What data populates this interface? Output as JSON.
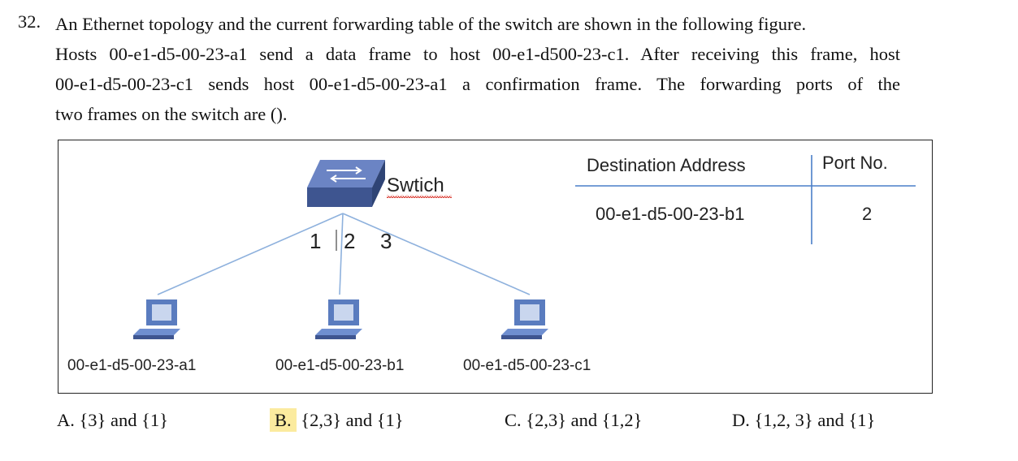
{
  "question": {
    "number": "32.",
    "lines": [
      "An Ethernet topology and the current forwarding table of the switch are shown in the following figure.",
      "Hosts 00-e1-d5-00-23-a1 send a data frame to host 00-e1-d500-23-c1. After receiving this frame, host",
      "00-e1-d5-00-23-c1 sends host 00-e1-d5-00-23-a1 a confirmation frame. The forwarding ports of the",
      "two frames on the switch are ()."
    ]
  },
  "figure": {
    "switch_label": "Swtich",
    "ports": [
      "1",
      "2",
      "3"
    ],
    "hosts": [
      "00-e1-d5-00-23-a1",
      "00-e1-d5-00-23-b1",
      "00-e1-d5-00-23-c1"
    ],
    "table": {
      "headers": [
        "Destination Address",
        "Port No."
      ],
      "rows": [
        [
          "00-e1-d5-00-23-b1",
          "2"
        ]
      ]
    },
    "colors": {
      "switch_top": "#6b84c4",
      "switch_side": "#3e5590",
      "link": "#8eb1dd",
      "host": "#5a7cbf",
      "table_rule": "#4a7ec8"
    }
  },
  "options": [
    {
      "letter": "A.",
      "text": "{3} and {1}"
    },
    {
      "letter": "B.",
      "text": "{2,3} and {1}",
      "highlighted": true
    },
    {
      "letter": "C.",
      "text": "{2,3} and {1,2}"
    },
    {
      "letter": "D.",
      "text": "{1,2, 3} and {1}"
    }
  ]
}
